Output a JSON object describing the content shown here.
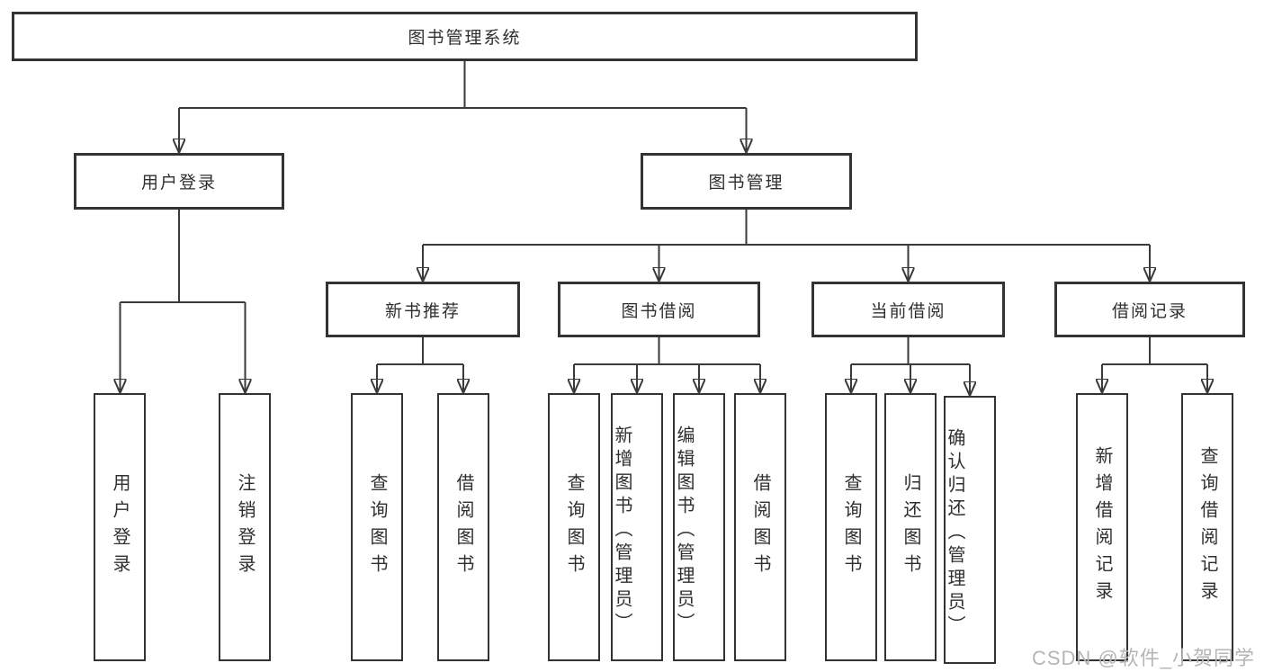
{
  "diagram": {
    "title_node": "图书管理系统",
    "level2": {
      "user_login": "用户登录",
      "book_management": "图书管理"
    },
    "level3": {
      "new_book_recommendation": "新书推荐",
      "book_borrowing": "图书借阅",
      "current_borrowing": "当前借阅",
      "borrowing_records": "借阅记录"
    },
    "leaves": {
      "user_login": "用户登录",
      "logout": "注销登录",
      "nb_query_book": "查询图书",
      "nb_borrow_book": "借阅图书",
      "bb_query_book": "查询图书",
      "bb_add_book": "新增图书（管理员）",
      "bb_edit_book": "编辑图书（管理员）",
      "bb_borrow_book": "借阅图书",
      "cb_query_book": "查询图书",
      "cb_return_book": "归还图书",
      "cb_confirm_return": "确认归还（管理员）",
      "br_add_record": "新增借阅记录",
      "br_query_record": "查询借阅记录"
    }
  },
  "watermark": "CSDN @软件_小贺同学",
  "colors": {
    "line": "#3a3a3a",
    "box_border": "#333333",
    "text": "#2f2f2f",
    "watermark": "#b5b5b5",
    "background": "#ffffff"
  }
}
